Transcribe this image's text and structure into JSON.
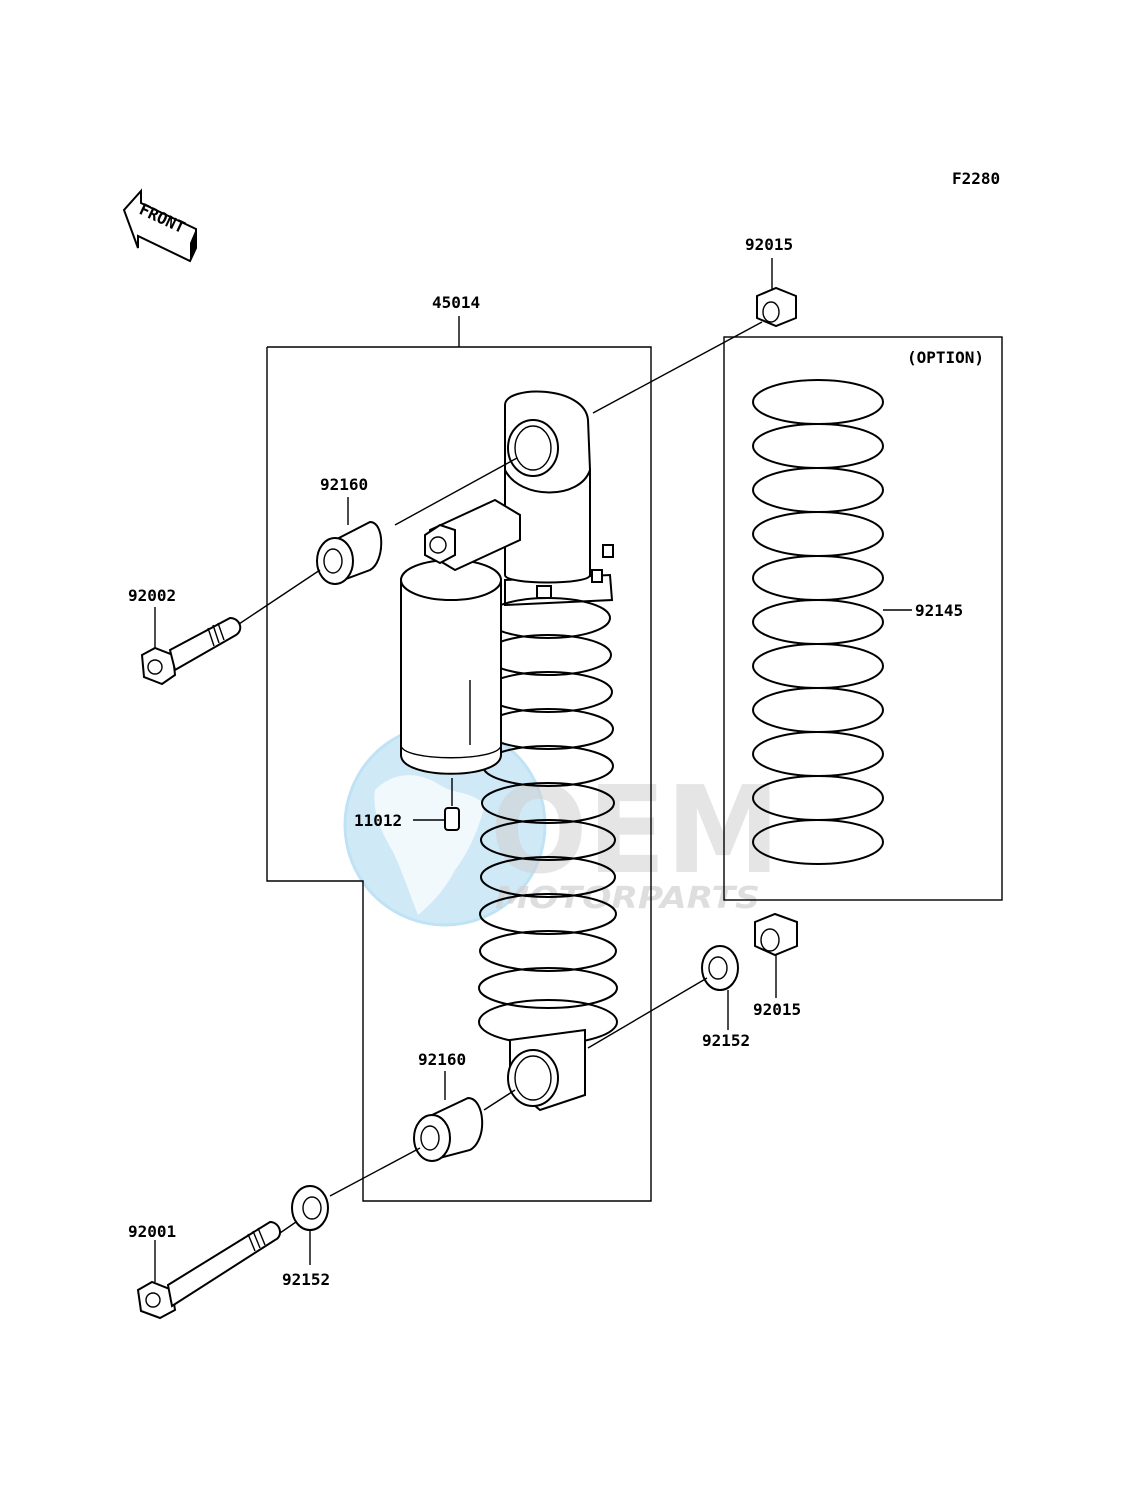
{
  "diagram": {
    "code": "F2280",
    "front_label": "FRONT",
    "option_label": "(OPTION)",
    "parts": {
      "shock_absorber": "45014",
      "nut_top": "92015",
      "nut_bottom": "92015",
      "bushing_top": "92160",
      "bushing_bottom": "92160",
      "bolt_top": "92002",
      "bolt_bottom": "92001",
      "spring_option": "92145",
      "plug": "11012",
      "washer_right": "92152",
      "washer_left": "92152"
    }
  },
  "watermark": {
    "brand": "OEM",
    "tagline": "MOTORPARTS",
    "colors": {
      "globe": "#bfe3f5",
      "text": "#c8c8c8"
    }
  }
}
